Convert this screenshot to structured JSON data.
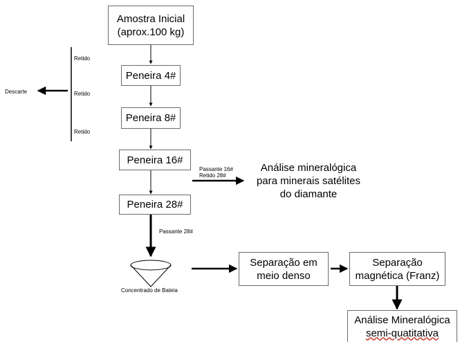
{
  "nodes": {
    "amostra": "Amostra Inicial\n(aprox.100 kg)",
    "peneira4": "Peneira 4#",
    "peneira8": "Peneira 8#",
    "peneira16": "Peneira 16#",
    "peneira28": "Peneira 28#",
    "separacao_denso": "Separação em\nmeio denso",
    "separacao_magnetica": "Separação\nmagnética (Franz)",
    "analise_semi_line1": "Análise Mineralógica",
    "analise_semi_line2": "semi-quatitativa"
  },
  "labels": {
    "retido_1": "Retido",
    "retido_2": "Retido",
    "retido_3": "Retido",
    "descarte": "Descarte",
    "passante16": "Passante 16#",
    "retido28": "Retido 28#",
    "passante28": "Passante 28#",
    "concentrado": "Concentrado de Bateia",
    "analise_satelites": "Análise mineralógica\npara minerais satélites\ndo diamante"
  }
}
